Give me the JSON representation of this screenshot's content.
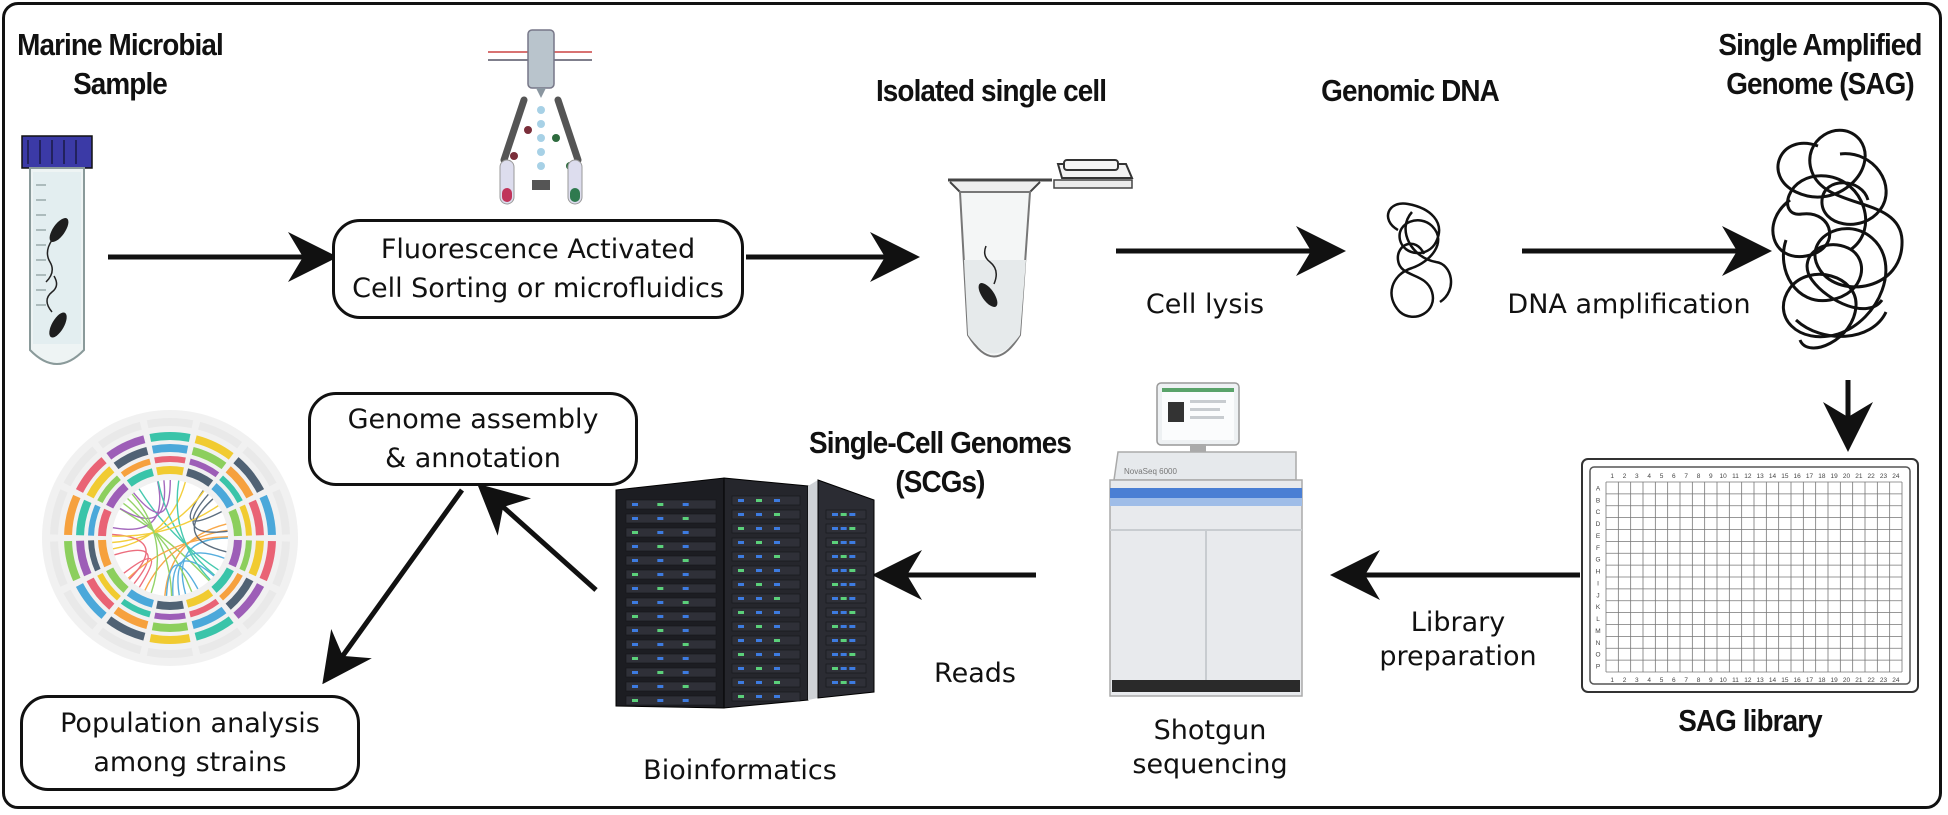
{
  "labels": {
    "marine_sample": "Marine Microbial\nSample",
    "facs": "Fluorescence Activated\nCell Sorting or microfluidics",
    "isolated_cell": "Isolated single cell",
    "genomic_dna": "Genomic DNA",
    "sag": "Single Amplified\nGenome (SAG)",
    "cell_lysis": "Cell lysis",
    "dna_amplification": "DNA amplification",
    "sag_library": "SAG library",
    "library_preparation": "Library\npreparation",
    "shotgun_sequencing": "Shotgun\nsequencing",
    "reads": "Reads",
    "scgs": "Single-Cell Genomes\n(SCGs)",
    "bioinformatics": "Bioinformatics",
    "genome_assembly": "Genome assembly\n& annotation",
    "population_analysis": "Population analysis\namong strains"
  },
  "plate": {
    "columns": [
      "1",
      "2",
      "3",
      "4",
      "5",
      "6",
      "7",
      "8",
      "9",
      "10",
      "11",
      "12",
      "13",
      "14",
      "15",
      "16",
      "17",
      "18",
      "19",
      "20",
      "21",
      "22",
      "23",
      "24"
    ],
    "rows": [
      "A",
      "B",
      "C",
      "D",
      "E",
      "F",
      "G",
      "H",
      "I",
      "J",
      "K",
      "L",
      "M",
      "N",
      "O",
      "P"
    ]
  },
  "sequencer": {
    "brand": "NovaSeq 6000"
  },
  "colors": {
    "stroke": "#111111",
    "tube_cap": "#3b3aa6",
    "sequencer_stripe": "#4a7fd4",
    "rack": "#1c1d22",
    "rack_led_blue": "#3d7be0",
    "rack_led_green": "#5bd07a"
  }
}
